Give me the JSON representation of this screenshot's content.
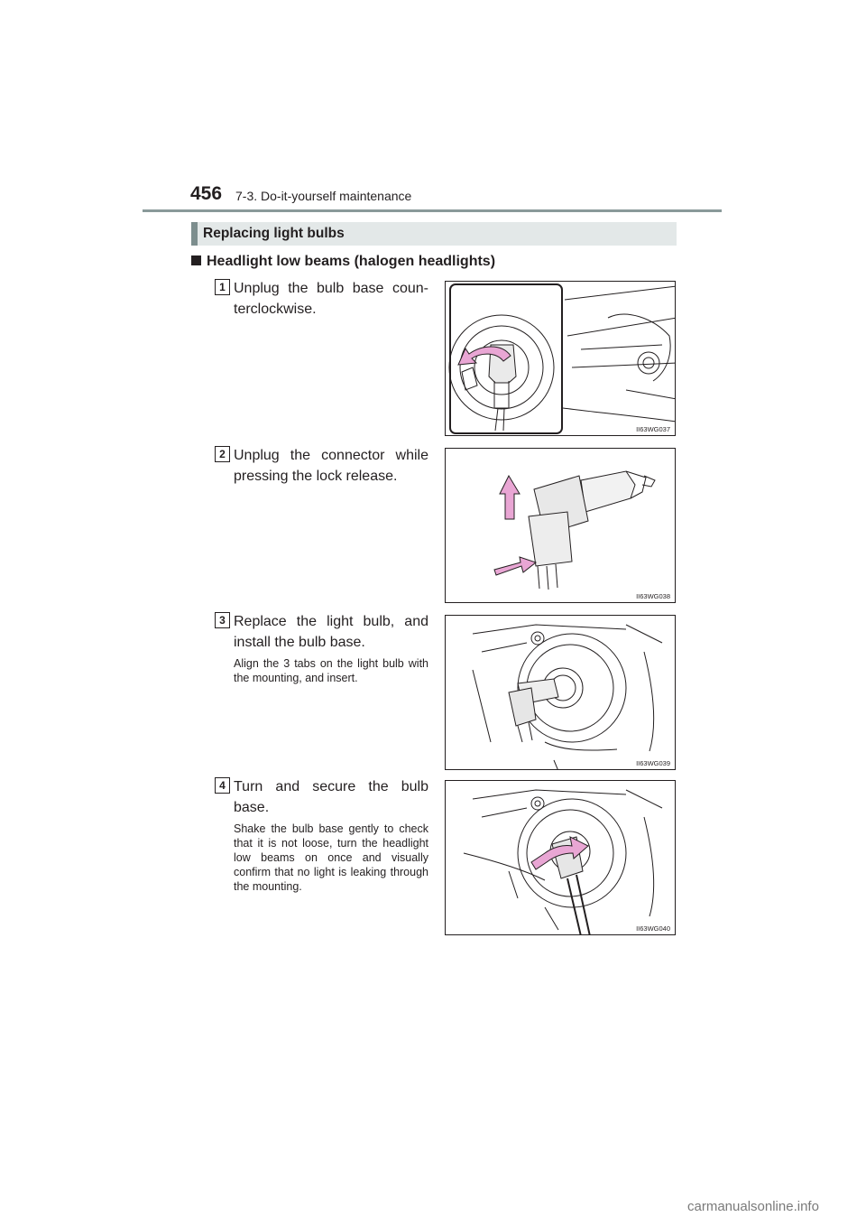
{
  "header": {
    "page_number": "456",
    "section": "7-3. Do-it-yourself maintenance"
  },
  "section_title": "Replacing light bulbs",
  "subsection_title": "Headlight low beams (halogen headlights)",
  "steps": [
    {
      "number": "1",
      "text": "Unplug the bulb base coun- terclockwise.",
      "note": "",
      "figure_id": "II63WG037"
    },
    {
      "number": "2",
      "text": "Unplug the connector while pressing the lock release.",
      "note": "",
      "figure_id": "II63WG038"
    },
    {
      "number": "3",
      "text": "Replace the light bulb, and install the bulb base.",
      "note": "Align the 3 tabs on the light bulb with the mounting, and insert.",
      "figure_id": "II63WG039"
    },
    {
      "number": "4",
      "text": "Turn and secure the bulb base.",
      "note": "Shake the bulb base gently to check that it is not loose, turn the headlight low beams on once and visually confirm that no light is leaking through the mounting.",
      "figure_id": "II63WG040"
    }
  ],
  "arrow_color": "#e9a6d4",
  "watermark": "carmanualsonline.info"
}
